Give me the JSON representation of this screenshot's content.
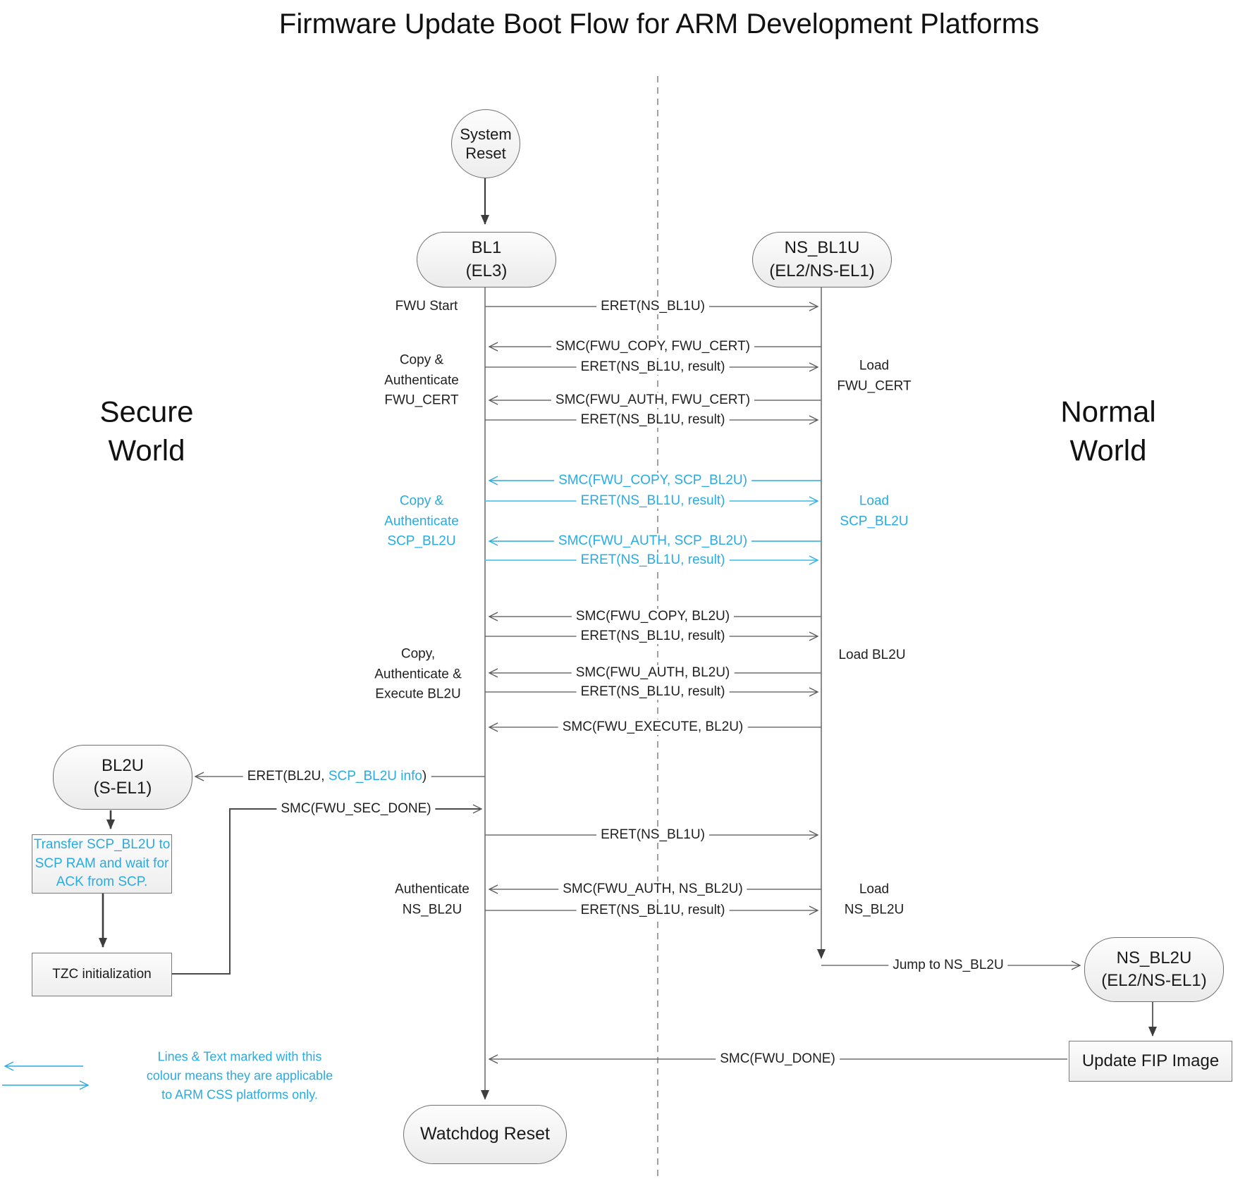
{
  "title": "Firmware Update Boot Flow for ARM Development Platforms",
  "regions": {
    "secure_line1": "Secure",
    "secure_line2": "World",
    "normal_line1": "Normal",
    "normal_line2": "World"
  },
  "nodes": {
    "system_reset": {
      "line1": "System",
      "line2": "Reset"
    },
    "bl1": {
      "line1": "BL1",
      "line2": "(EL3)"
    },
    "ns_bl1u": {
      "line1": "NS_BL1U",
      "line2": "(EL2/NS-EL1)"
    },
    "bl2u": {
      "line1": "BL2U",
      "line2": "(S-EL1)"
    },
    "ns_bl2u": {
      "line1": "NS_BL2U",
      "line2": "(EL2/NS-EL1)"
    },
    "watchdog": {
      "line1": "Watchdog Reset"
    },
    "transfer_scp": {
      "line1": "Transfer SCP_BL2U to",
      "line2": "SCP RAM and wait for",
      "line3": "ACK from SCP."
    },
    "tzc": {
      "line1": "TZC initialization"
    },
    "update_fip": {
      "line1": "Update FIP Image"
    }
  },
  "messages": {
    "m1": "ERET(NS_BL1U)",
    "m2": "SMC(FWU_COPY, FWU_CERT)",
    "m3": "ERET(NS_BL1U, result)",
    "m4": "SMC(FWU_AUTH, FWU_CERT)",
    "m5": "ERET(NS_BL1U, result)",
    "m6": "SMC(FWU_COPY, SCP_BL2U)",
    "m7": "ERET(NS_BL1U, result)",
    "m8": "SMC(FWU_AUTH, SCP_BL2U)",
    "m9": "ERET(NS_BL1U, result)",
    "m10": "SMC(FWU_COPY, BL2U)",
    "m11": "ERET(NS_BL1U, result)",
    "m12": "SMC(FWU_AUTH, BL2U)",
    "m13": "ERET(NS_BL1U, result)",
    "m14": "SMC(FWU_EXECUTE, BL2U)",
    "m15": {
      "pre": "ERET(BL2U, ",
      "blue": "SCP_BL2U info",
      "post": ")"
    },
    "m16": "SMC(FWU_SEC_DONE)",
    "m17": "ERET(NS_BL1U)",
    "m18": "SMC(FWU_AUTH, NS_BL2U)",
    "m19": "ERET(NS_BL1U, result)",
    "m20": "Jump to NS_BL2U",
    "m21": "SMC(FWU_DONE)"
  },
  "side_labels": {
    "fwu_start": "FWU Start",
    "copy_auth_fwu_cert": [
      "Copy &",
      "Authenticate",
      "FWU_CERT"
    ],
    "copy_auth_scp_bl2u": [
      "Copy &",
      "Authenticate",
      "SCP_BL2U"
    ],
    "copy_auth_exec_bl2u": [
      "Copy,",
      "Authenticate &",
      "Execute BL2U"
    ],
    "authenticate_ns_bl2u": [
      "Authenticate",
      "NS_BL2U"
    ],
    "load_fwu_cert": [
      "Load",
      "FWU_CERT"
    ],
    "load_scp_bl2u": [
      "Load",
      "SCP_BL2U"
    ],
    "load_bl2u": "Load BL2U",
    "load_ns_bl2u": [
      "Load",
      "NS_BL2U"
    ]
  },
  "legend": {
    "line1": "Lines & Text marked with this",
    "line2": "colour means they are applicable",
    "line3": "to ARM CSS platforms only."
  },
  "colors": {
    "accent_blue": "#29abe2",
    "line_gray": "#595959",
    "text_black": "#1a1a1a"
  }
}
